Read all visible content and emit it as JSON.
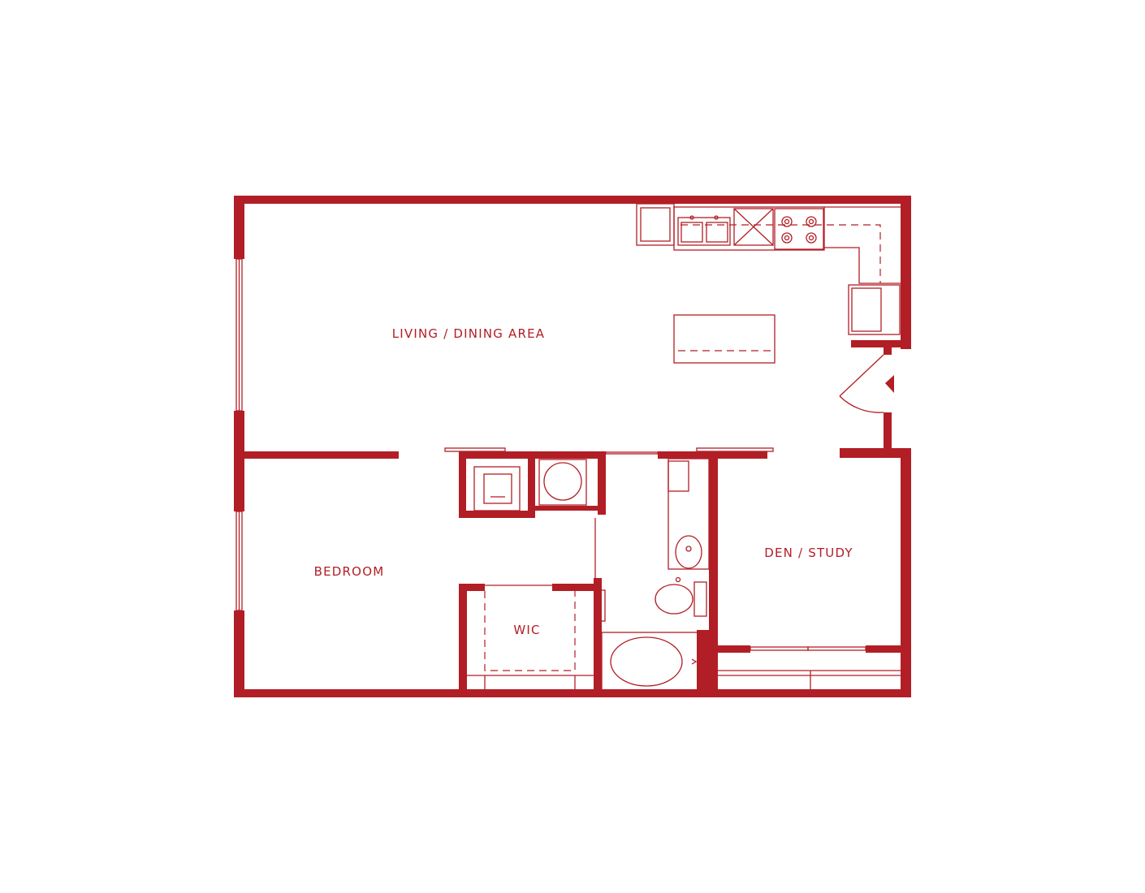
{
  "floorplan": {
    "accent_color": "#b21e25",
    "rooms": {
      "living_dining": "LIVING / DINING AREA",
      "bedroom": "BEDROOM",
      "wic": "WIC",
      "den_study": "DEN / STUDY"
    },
    "fixtures": [
      "refrigerator-icon",
      "double-sink-icon",
      "dishwasher-icon",
      "range-icon",
      "kitchen-island-icon",
      "pantry-icon",
      "dryer-icon",
      "washer-icon",
      "vanity-sink-icon",
      "toilet-icon",
      "bathtub-icon",
      "entry-door-icon"
    ]
  }
}
